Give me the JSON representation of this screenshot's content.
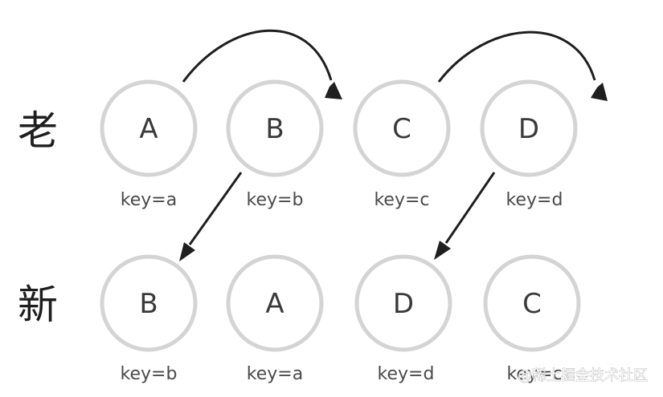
{
  "rows": [
    {
      "label": "老",
      "nodes": [
        {
          "letter": "A",
          "key": "key=a"
        },
        {
          "letter": "B",
          "key": "key=b"
        },
        {
          "letter": "C",
          "key": "key=c"
        },
        {
          "letter": "D",
          "key": "key=d"
        }
      ]
    },
    {
      "label": "新",
      "nodes": [
        {
          "letter": "B",
          "key": "key=b"
        },
        {
          "letter": "A",
          "key": "key=a"
        },
        {
          "letter": "D",
          "key": "key=d"
        },
        {
          "letter": "C",
          "key": "key=c"
        }
      ]
    }
  ],
  "watermark": "@稀土掘金技术社区",
  "colors": {
    "circle_stroke": "#d4d4d4",
    "arrow": "#1f1f1f",
    "text": "#3a3a3a"
  }
}
